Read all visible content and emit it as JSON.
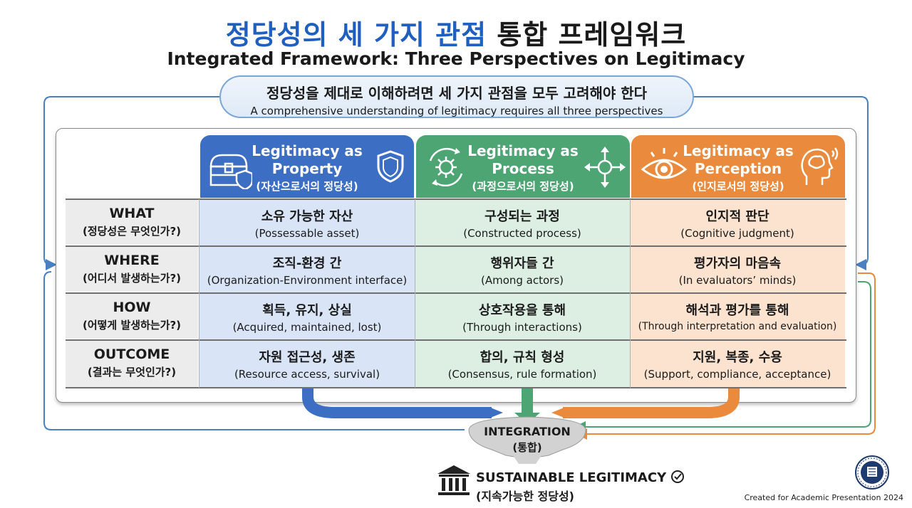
{
  "title": {
    "ko_part1": "정당성의 세 가지 관점",
    "ko_part2": "통합 프레임워크",
    "en": "Integrated Framework: Three Perspectives on Legitimacy"
  },
  "banner": {
    "ko": "정당성을 제대로 이해하려면 세 가지 관점을 모두 고려해야 한다",
    "en": "A comprehensive understanding of legitimacy requires all three perspectives"
  },
  "columns": [
    {
      "line1": "Legitimacy as",
      "line2": "Property",
      "ko": "(자산으로서의 정당성)",
      "color": "#3c6ec4",
      "icon": "treasure-chest-shield-icon"
    },
    {
      "line1": "Legitimacy as",
      "line2": "Process",
      "ko": "(과정으로서의 정당성)",
      "color": "#4ea574",
      "icon": "gear-arrows-icon"
    },
    {
      "line1": "Legitimacy as",
      "line2": "Perception",
      "ko": "(인지로서의 정당성)",
      "color": "#ea8a3c",
      "icon": "eye-head-icon"
    }
  ],
  "rows": [
    {
      "en": "WHAT",
      "ko": "(정당성은 무엇인가?)",
      "cells": [
        {
          "ko": "소유 가능한 자산",
          "en": "(Possessable asset)"
        },
        {
          "ko": "구성되는 과정",
          "en": "(Constructed process)"
        },
        {
          "ko": "인지적 판단",
          "en": "(Cognitive judgment)"
        }
      ]
    },
    {
      "en": "WHERE",
      "ko": "(어디서 발생하는가?)",
      "cells": [
        {
          "ko": "조직-환경 간",
          "en": "(Organization-Environment interface)"
        },
        {
          "ko": "행위자들 간",
          "en": "(Among actors)"
        },
        {
          "ko": "평가자의 마음속",
          "en": "(In evaluators’ minds)"
        }
      ]
    },
    {
      "en": "HOW",
      "ko": "(어떻게 발생하는가?)",
      "cells": [
        {
          "ko": "획득, 유지, 상실",
          "en": "(Acquired, maintained, lost)"
        },
        {
          "ko": "상호작용을 통해",
          "en": "(Through interactions)"
        },
        {
          "ko": "해석과 평가를 통해",
          "en": "(Through interpretation and evaluation)"
        }
      ]
    },
    {
      "en": "OUTCOME",
      "ko": "(결과는 무엇인가?)",
      "cells": [
        {
          "ko": "자원 접근성, 생존",
          "en": "(Resource access, survival)"
        },
        {
          "ko": "합의, 규칙 형성",
          "en": "(Consensus, rule formation)"
        },
        {
          "ko": "지원, 복종, 수용",
          "en": "(Support, compliance, acceptance)"
        }
      ]
    }
  ],
  "integration": {
    "en": "INTEGRATION",
    "ko": "(통합)"
  },
  "outcome": {
    "en": "SUSTAINABLE LEGITIMACY",
    "ko": "(지속가능한 정당성)"
  },
  "credit": "Created for Academic Presentation 2024",
  "colors": {
    "blue": "#3c6ec4",
    "green": "#4ea574",
    "orange": "#ea8a3c",
    "title_blue": "#1f5fbf",
    "loop_blue": "#4a7fc1"
  }
}
